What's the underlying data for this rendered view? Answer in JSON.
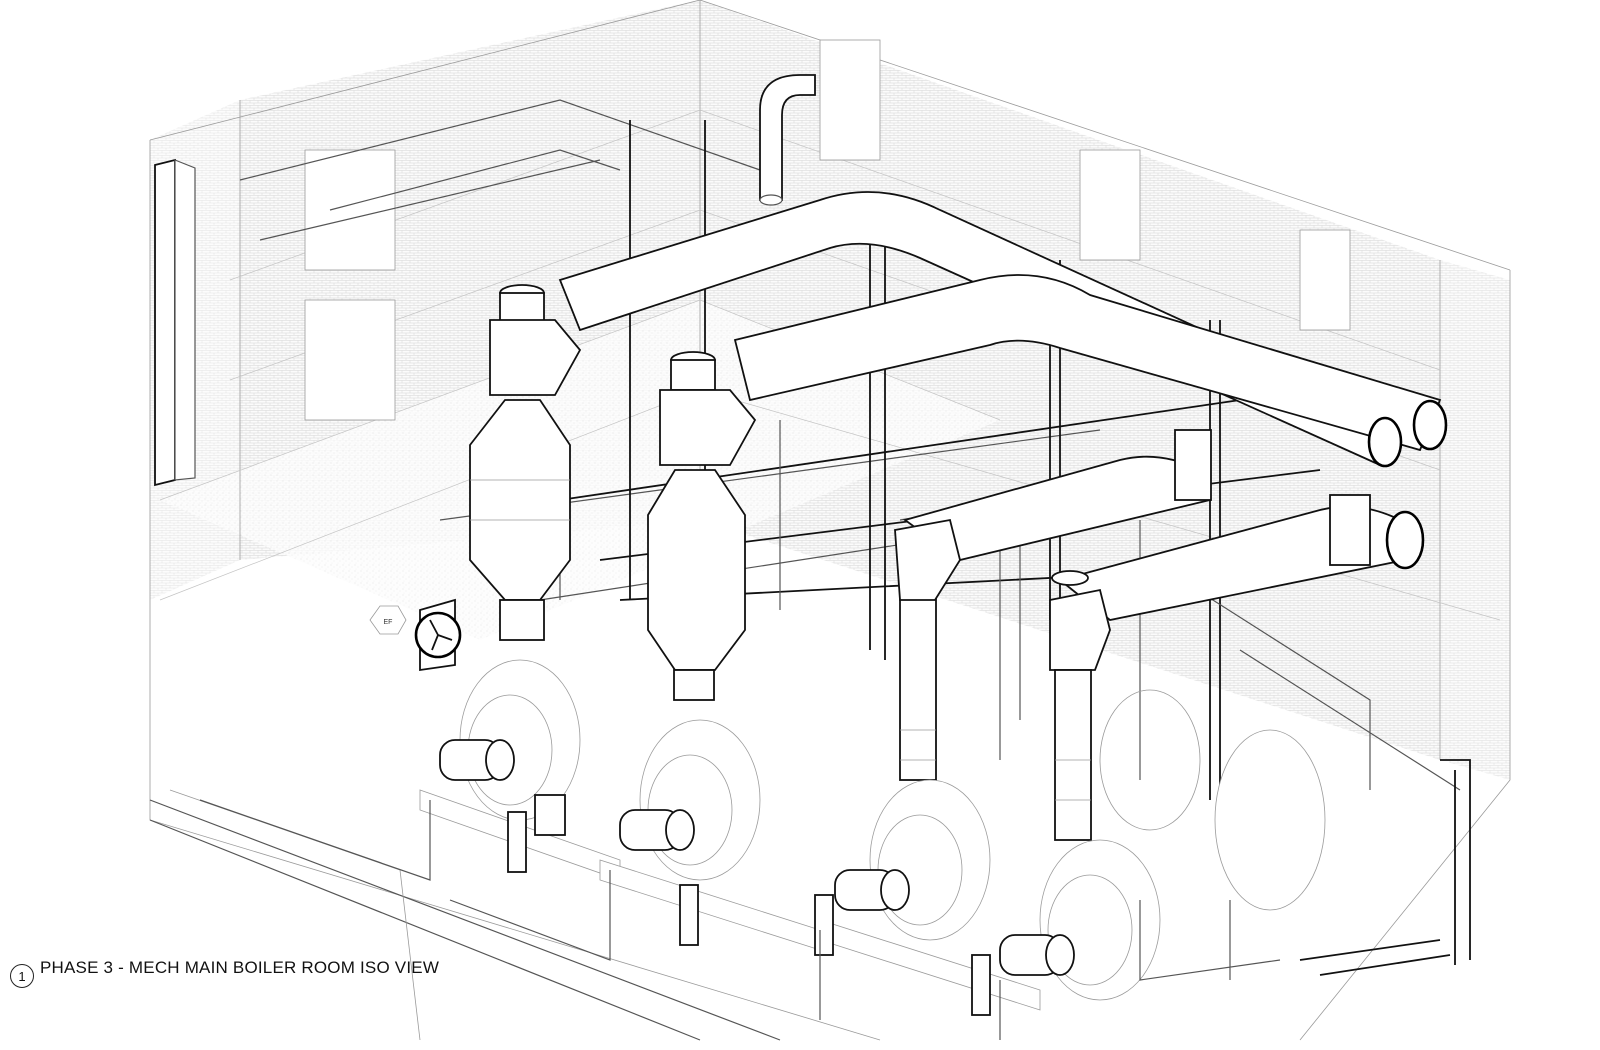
{
  "title_block": {
    "view_number": "1",
    "view_title": "PHASE 3 - MECH MAIN BOILER ROOM ISO VIEW"
  },
  "tags": {
    "exhaust_fan_tag": "EF"
  }
}
